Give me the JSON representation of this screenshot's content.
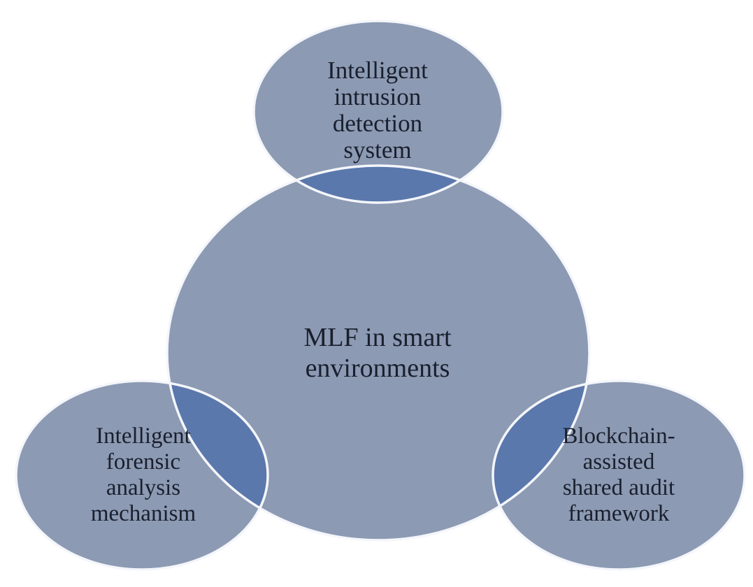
{
  "diagram": {
    "center": {
      "lines": [
        "MLF in smart",
        "environments"
      ]
    },
    "satellites": [
      {
        "id": "top",
        "lines": [
          "Intelligent",
          "intrusion",
          "detection",
          "system"
        ]
      },
      {
        "id": "left",
        "lines": [
          "Intelligent",
          "forensic",
          "analysis",
          "mechanism"
        ]
      },
      {
        "id": "right",
        "lines": [
          "Blockchain-",
          "assisted",
          "shared audit",
          "framework"
        ]
      }
    ]
  },
  "colors": {
    "circle_fill": "#8c9ab3",
    "overlap_fill": "#5b78ac",
    "outline": "#f4f6fb",
    "text": "#1a1f2e"
  }
}
